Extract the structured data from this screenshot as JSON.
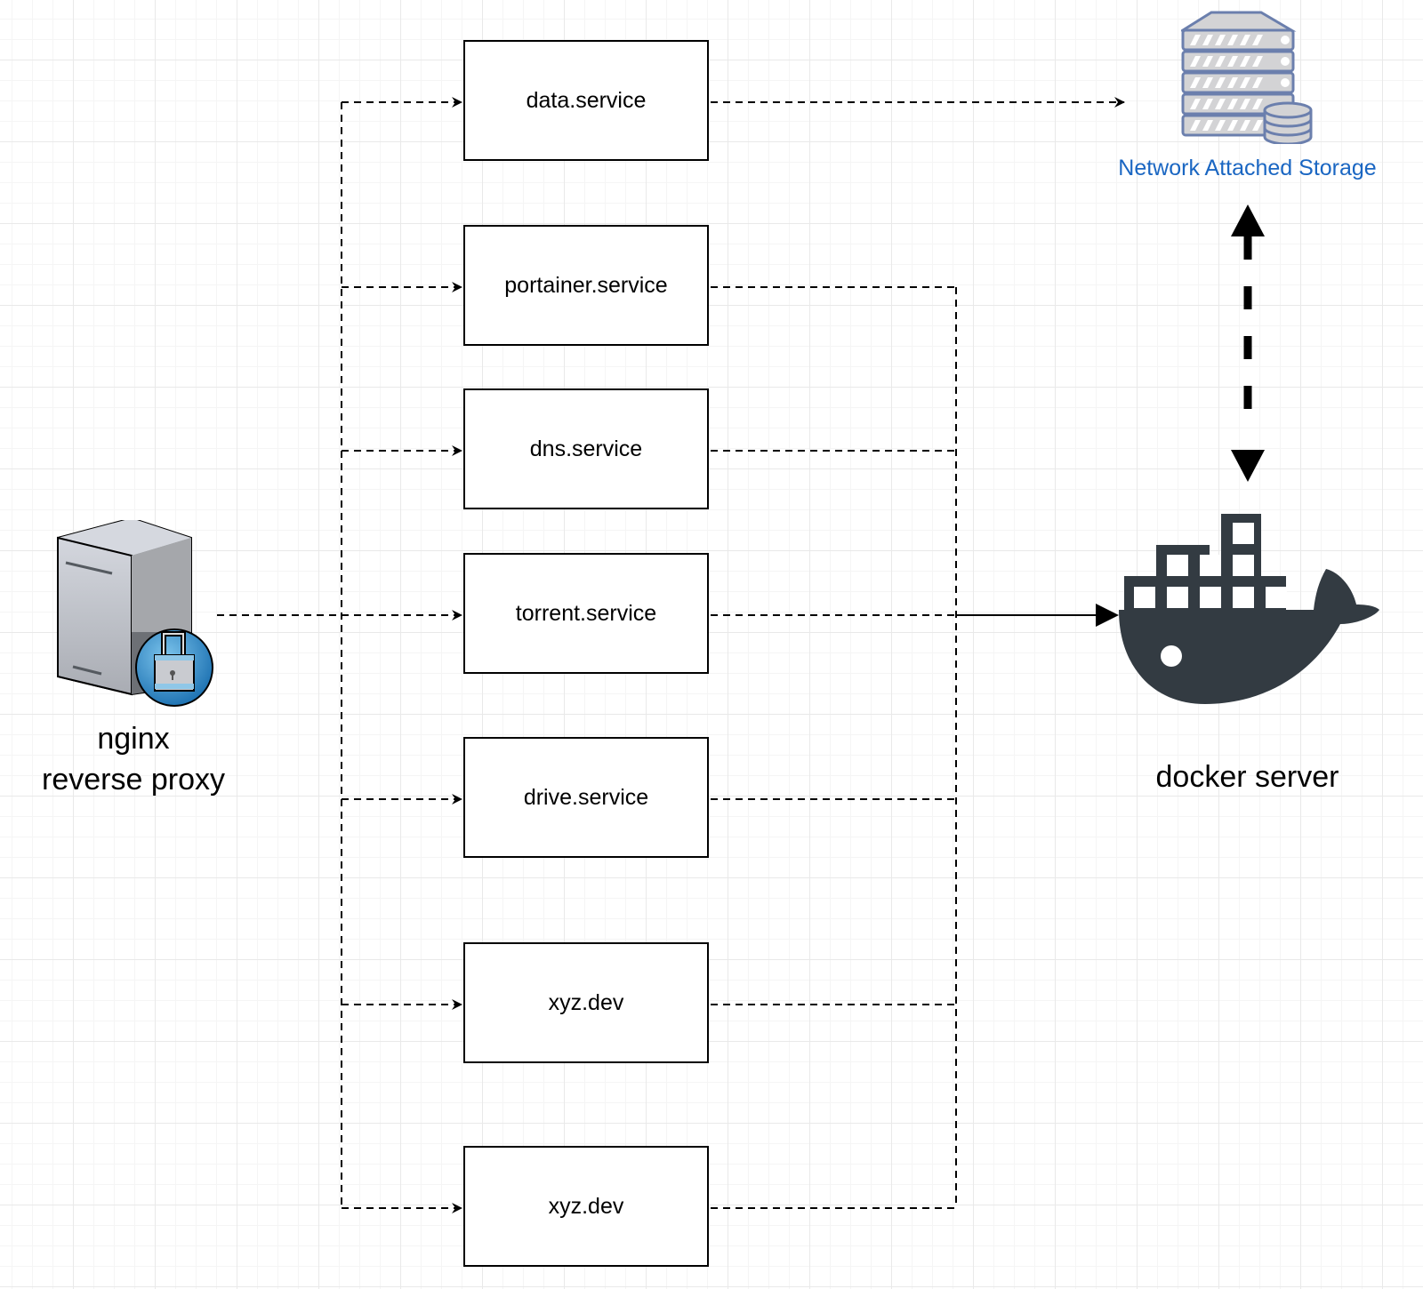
{
  "diagram": {
    "services": [
      {
        "label": "data.service"
      },
      {
        "label": "portainer.service"
      },
      {
        "label": "dns.service"
      },
      {
        "label": "torrent.service"
      },
      {
        "label": "drive.service"
      },
      {
        "label": "xyz.dev"
      },
      {
        "label": "xyz.dev"
      }
    ],
    "proxy": {
      "line1": "nginx",
      "line2": "reverse proxy",
      "icon": "server-lock-icon"
    },
    "docker": {
      "label": "docker server",
      "icon": "docker-whale-icon"
    },
    "nas": {
      "label": "Network Attached Storage",
      "icon": "nas-storage-icon",
      "label_color": "#1a66c2"
    },
    "edges": [
      {
        "from": "nginx reverse proxy",
        "to": "all services",
        "style": "dashed"
      },
      {
        "from": "data.service",
        "to": "Network Attached Storage",
        "style": "dashed"
      },
      {
        "from": "services (portainer..xyz.dev)",
        "to": "docker server",
        "style": "dashed-then-solid"
      },
      {
        "from": "docker server",
        "to": "Network Attached Storage",
        "style": "bold-dashed-bidirectional"
      }
    ]
  }
}
